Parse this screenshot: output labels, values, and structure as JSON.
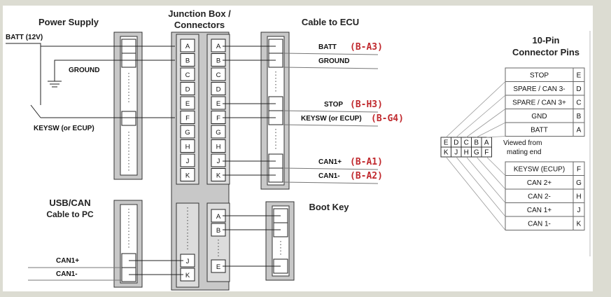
{
  "headings": {
    "power_supply": "Power Supply",
    "junction_line1": "Junction Box /",
    "junction_line2": "Connectors",
    "cable_to_ecu": "Cable to ECU",
    "usbcan_line1": "USB/CAN",
    "usbcan_line2": "Cable to PC",
    "boot_key": "Boot Key",
    "pins_line1": "10-Pin",
    "pins_line2": "Connector Pins"
  },
  "power_labels": {
    "batt": "BATT (12V)",
    "ground": "GROUND",
    "keysw": "KEYSW (or ECUP)"
  },
  "junction_pins": [
    "A",
    "B",
    "C",
    "D",
    "E",
    "F",
    "G",
    "H",
    "J",
    "K"
  ],
  "bottom_left_pins": [
    "J",
    "K"
  ],
  "bottom_right_pins": [
    "A",
    "B",
    "E"
  ],
  "ecu_labels": [
    {
      "label": "BATT",
      "code": "(B-A3)"
    },
    {
      "label": "GROUND",
      "code": ""
    },
    {
      "label": "STOP",
      "code": "(B-H3)"
    },
    {
      "label": "KEYSW (or ECUP)",
      "code": "(B-G4)"
    },
    {
      "label": "CAN1+",
      "code": "(B-A1)"
    },
    {
      "label": "CAN1-",
      "code": "(B-A2)"
    }
  ],
  "pc_labels": {
    "can1p": "CAN1+",
    "can1m": "CAN1-"
  },
  "connector_face": {
    "top_row": [
      "E",
      "D",
      "C",
      "B",
      "A"
    ],
    "bottom_row": [
      "K",
      "J",
      "H",
      "G",
      "F"
    ],
    "caption_line1": "Viewed from",
    "caption_line2": "mating end"
  },
  "upper_table": [
    {
      "name": "STOP",
      "pin": "E"
    },
    {
      "name": "SPARE / CAN 3-",
      "pin": "D"
    },
    {
      "name": "SPARE / CAN 3+",
      "pin": "C"
    },
    {
      "name": "GND",
      "pin": "B"
    },
    {
      "name": "BATT",
      "pin": "A"
    }
  ],
  "lower_table": [
    {
      "name": "KEYSW (ECUP)",
      "pin": "F"
    },
    {
      "name": "CAN 2+",
      "pin": "G"
    },
    {
      "name": "CAN 2-",
      "pin": "H"
    },
    {
      "name": "CAN 1+",
      "pin": "J"
    },
    {
      "name": "CAN 1-",
      "pin": "K"
    }
  ],
  "colors": {
    "background": "#dcdcd2",
    "connector_fill": "#c8c8c8",
    "code_red": "#c0282d"
  }
}
